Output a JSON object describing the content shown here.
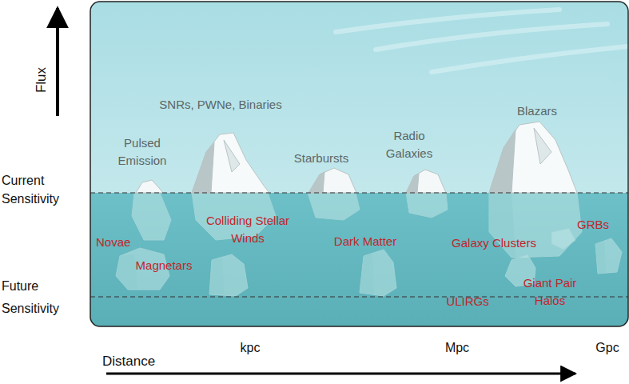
{
  "diagram": {
    "labels": [
      "Flux",
      "Current Sensitivity",
      "Future Sensitivity",
      "Distance",
      "kpc",
      "Mpc",
      "Gpc",
      "SNRs, PWNe, Binaries",
      "Pulsed Emission",
      "Starbursts",
      "Radio Galaxies",
      "Blazars",
      "Novae",
      "Magnetars",
      "Colliding Stellar Winds",
      "Dark Matter",
      "Galaxy Clusters",
      "GRBs",
      "Giant Pair Halos",
      "ULIRGs"
    ]
  }
}
